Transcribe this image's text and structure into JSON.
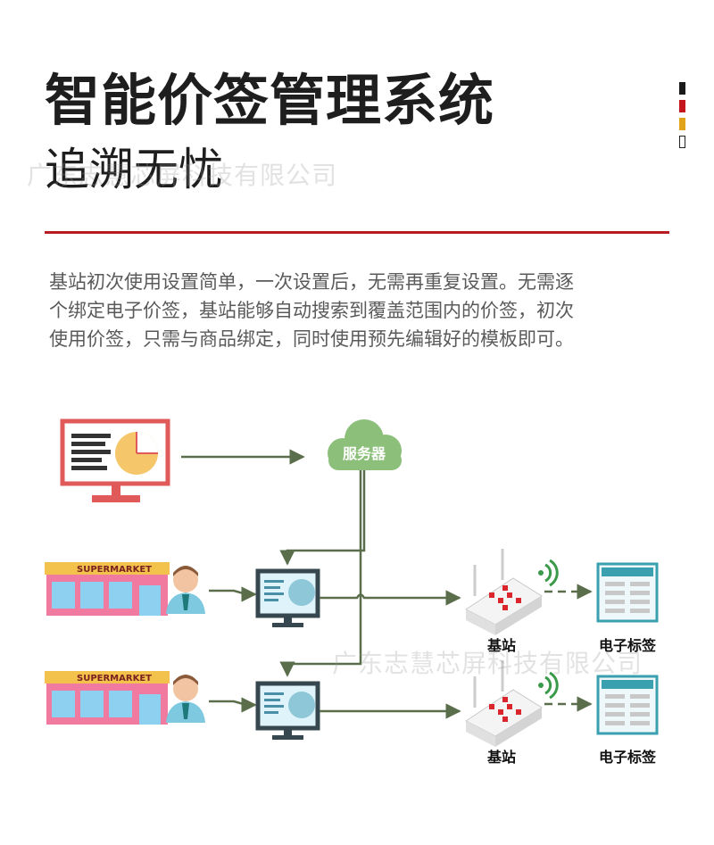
{
  "header": {
    "title": "智能价签管理系统",
    "subtitle": "追溯无忧",
    "accent_colors": [
      "#1a1a1a",
      "#c4161c",
      "#e1a319",
      "#ffffff"
    ],
    "rule_color": "#b81c22"
  },
  "description": {
    "lines": [
      "基站初次使用设置简单，一次设置后，无需再重复设置。无需逐",
      "个绑定电子价签，基站能够自动搜索到覆盖范围内的价签，初次",
      "使用价签，只需与商品绑定，同时使用预先编辑好的模板即可。"
    ]
  },
  "watermark": {
    "text": "广东志慧芯屏科技有限公司"
  },
  "diagram": {
    "server_label": "服务器",
    "store_sign": "SUPERMARKET",
    "base_station_label": "基站",
    "esl_label": "电子标签",
    "line_color": "#5a6e4c",
    "cloud_color": "#8cc07a",
    "monitor_color": "#e05a5a",
    "terminal_color": "#37474f"
  }
}
